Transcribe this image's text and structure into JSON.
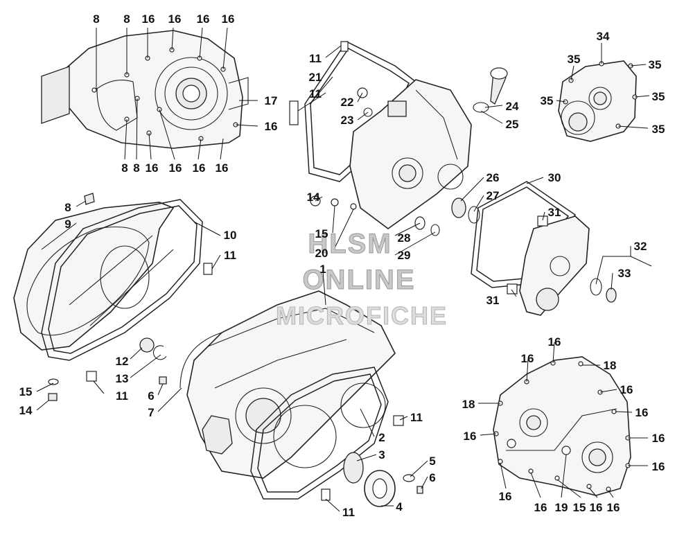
{
  "watermark": {
    "line1": "HLSM",
    "line2": "ONLINE",
    "line3": "MICROFICHE"
  },
  "callouts": [
    {
      "id": "c01",
      "text": "8"
    },
    {
      "id": "c02",
      "text": "8"
    },
    {
      "id": "c03",
      "text": "16"
    },
    {
      "id": "c04",
      "text": "16"
    },
    {
      "id": "c05",
      "text": "16"
    },
    {
      "id": "c06",
      "text": "16"
    },
    {
      "id": "c07",
      "text": "17"
    },
    {
      "id": "c08",
      "text": "16"
    },
    {
      "id": "c09",
      "text": "8"
    },
    {
      "id": "c10",
      "text": "8"
    },
    {
      "id": "c11",
      "text": "16"
    },
    {
      "id": "c12",
      "text": "16"
    },
    {
      "id": "c13",
      "text": "16"
    },
    {
      "id": "c14",
      "text": "16"
    },
    {
      "id": "c15",
      "text": "11"
    },
    {
      "id": "c16",
      "text": "21"
    },
    {
      "id": "c17",
      "text": "11"
    },
    {
      "id": "c18",
      "text": "22"
    },
    {
      "id": "c19",
      "text": "23"
    },
    {
      "id": "c20",
      "text": "24"
    },
    {
      "id": "c21",
      "text": "25"
    },
    {
      "id": "c22",
      "text": "34"
    },
    {
      "id": "c23",
      "text": "35"
    },
    {
      "id": "c24",
      "text": "35"
    },
    {
      "id": "c25",
      "text": "35"
    },
    {
      "id": "c26",
      "text": "35"
    },
    {
      "id": "c27",
      "text": "35"
    },
    {
      "id": "c28",
      "text": "8"
    },
    {
      "id": "c29",
      "text": "9"
    },
    {
      "id": "c30",
      "text": "10"
    },
    {
      "id": "c31",
      "text": "11"
    },
    {
      "id": "c32",
      "text": "14"
    },
    {
      "id": "c33",
      "text": "15"
    },
    {
      "id": "c34",
      "text": "20"
    },
    {
      "id": "c35",
      "text": "1"
    },
    {
      "id": "c36",
      "text": "28"
    },
    {
      "id": "c37",
      "text": "29"
    },
    {
      "id": "c38",
      "text": "26"
    },
    {
      "id": "c39",
      "text": "27"
    },
    {
      "id": "c40",
      "text": "30"
    },
    {
      "id": "c41",
      "text": "31"
    },
    {
      "id": "c42",
      "text": "32"
    },
    {
      "id": "c43",
      "text": "33"
    },
    {
      "id": "c44",
      "text": "31"
    },
    {
      "id": "c45",
      "text": "12"
    },
    {
      "id": "c46",
      "text": "13"
    },
    {
      "id": "c47",
      "text": "11"
    },
    {
      "id": "c48",
      "text": "15"
    },
    {
      "id": "c49",
      "text": "14"
    },
    {
      "id": "c50",
      "text": "6"
    },
    {
      "id": "c51",
      "text": "7"
    },
    {
      "id": "c52",
      "text": "11"
    },
    {
      "id": "c53",
      "text": "2"
    },
    {
      "id": "c54",
      "text": "3"
    },
    {
      "id": "c55",
      "text": "5"
    },
    {
      "id": "c56",
      "text": "6"
    },
    {
      "id": "c57",
      "text": "4"
    },
    {
      "id": "c58",
      "text": "11"
    },
    {
      "id": "c59",
      "text": "16"
    },
    {
      "id": "c60",
      "text": "16"
    },
    {
      "id": "c61",
      "text": "18"
    },
    {
      "id": "c62",
      "text": "16"
    },
    {
      "id": "c63",
      "text": "18"
    },
    {
      "id": "c64",
      "text": "16"
    },
    {
      "id": "c65",
      "text": "16"
    },
    {
      "id": "c66",
      "text": "16"
    },
    {
      "id": "c67",
      "text": "16"
    },
    {
      "id": "c68",
      "text": "16"
    },
    {
      "id": "c69",
      "text": "16"
    },
    {
      "id": "c70",
      "text": "19"
    },
    {
      "id": "c71",
      "text": "15"
    },
    {
      "id": "c72",
      "text": "16"
    },
    {
      "id": "c73",
      "text": "16"
    }
  ]
}
